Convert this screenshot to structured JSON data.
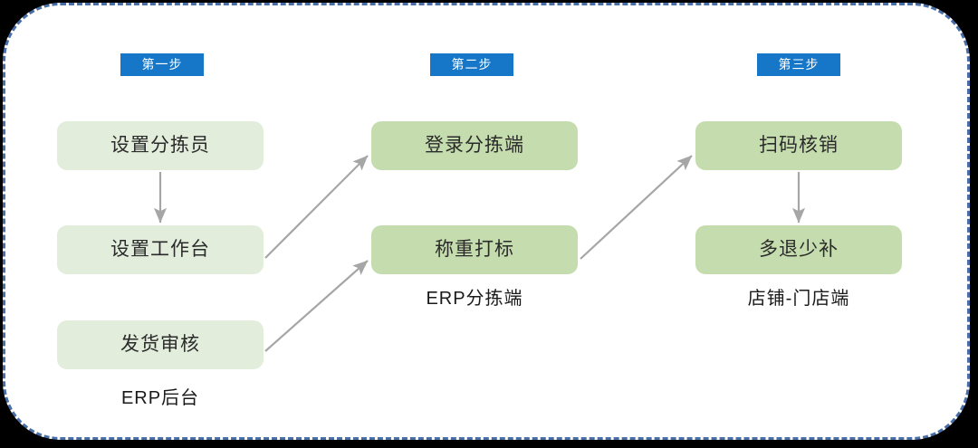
{
  "theme": {
    "page_background": "#000000",
    "card_background": "#ffffff",
    "card_border": "#4A6FA8",
    "badge_color": "#1677C9",
    "badge_text_color": "#ffffff",
    "node_green_light": "#E2EDDB",
    "node_green_deep": "#C5DDAE",
    "arrow_color": "#A6A6A6",
    "text_color": "#2b2b2b"
  },
  "columns": [
    {
      "badge": "第一步",
      "caption": "ERP后台",
      "nodes": [
        {
          "label": "设置分拣员"
        },
        {
          "label": "设置工作台"
        },
        {
          "label": "发货审核"
        }
      ]
    },
    {
      "badge": "第二步",
      "caption": "ERP分拣端",
      "nodes": [
        {
          "label": "登录分拣端"
        },
        {
          "label": "称重打标"
        }
      ]
    },
    {
      "badge": "第三步",
      "caption": "店铺-门店端",
      "nodes": [
        {
          "label": "扫码核销"
        },
        {
          "label": "多退少补"
        }
      ]
    }
  ],
  "connections": [
    {
      "from": "设置分拣员",
      "to": "设置工作台",
      "kind": "vertical-arrow"
    },
    {
      "from": "设置工作台",
      "to": "登录分拣端",
      "kind": "diagonal-arrow"
    },
    {
      "from": "发货审核",
      "to": "称重打标",
      "kind": "diagonal-arrow"
    },
    {
      "from": "称重打标",
      "to": "扫码核销",
      "kind": "diagonal-arrow"
    },
    {
      "from": "扫码核销",
      "to": "多退少补",
      "kind": "vertical-arrow"
    }
  ]
}
